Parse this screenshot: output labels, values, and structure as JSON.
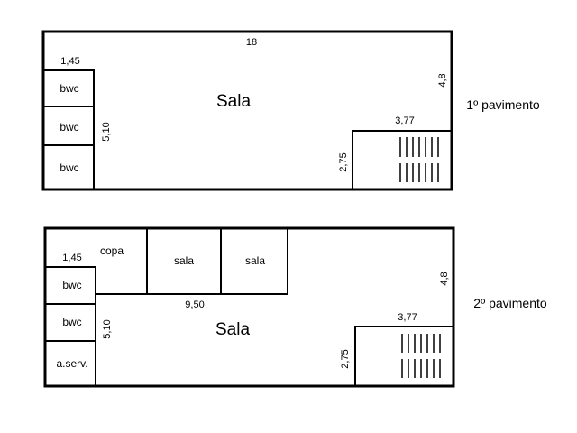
{
  "floor1": {
    "name": "1º pavimento",
    "dim_length": "18",
    "dim_bath_width": "1,45",
    "dim_bath_depth": "5,10",
    "dim_right": "4,8",
    "dim_stair_width": "3,77",
    "dim_stair_depth": "2,75",
    "main_room": "Sala",
    "rooms": [
      "bwc",
      "bwc",
      "bwc"
    ]
  },
  "floor2": {
    "name": "2º pavimento",
    "dim_bath_width": "1,45",
    "dim_bath_depth": "5,10",
    "dim_right": "4,8",
    "dim_rooms_width": "9,50",
    "dim_stair_width": "3,77",
    "dim_stair_depth": "2,75",
    "main_room": "Sala",
    "copa": "copa",
    "sala_a": "sala",
    "sala_b": "sala",
    "rooms": [
      "bwc",
      "bwc",
      "a.serv."
    ]
  }
}
